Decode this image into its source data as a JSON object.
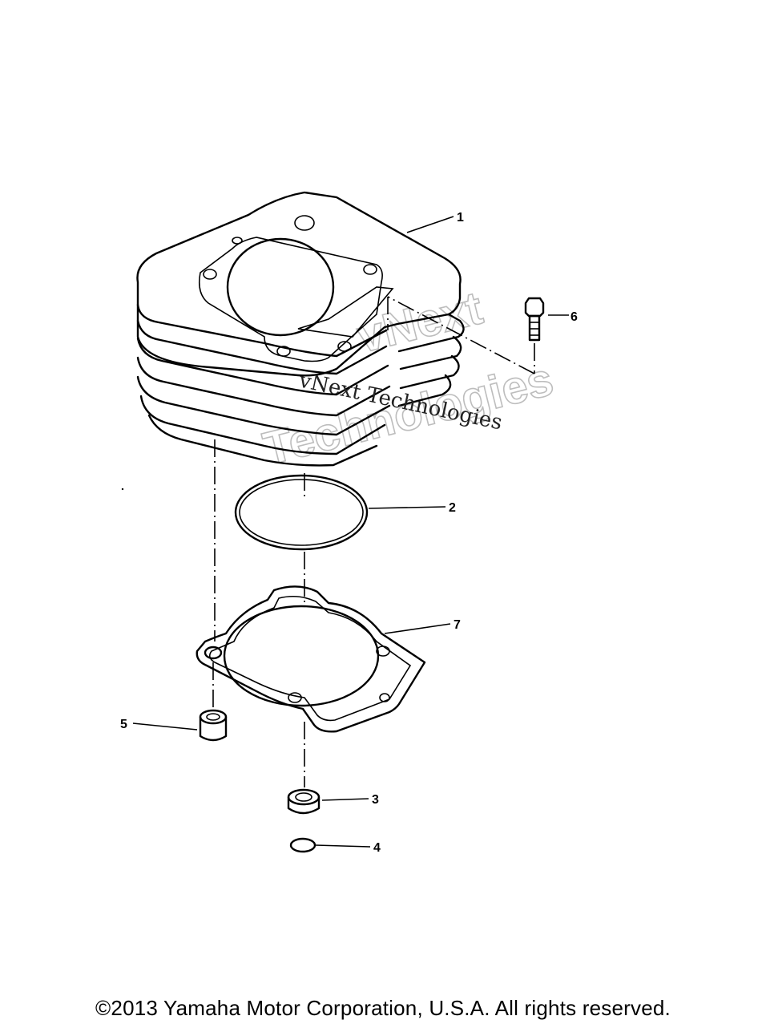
{
  "callouts": {
    "p1": "1",
    "p2": "2",
    "p3": "3",
    "p4": "4",
    "p5": "5",
    "p6": "6",
    "p7": "7"
  },
  "watermark": {
    "serif_line": "vNext Technologies",
    "outline_line1": "vNext",
    "outline_line2": "Technologies"
  },
  "footer": {
    "copyright": "©2013 Yamaha Motor Corporation, U.S.A. All rights reserved."
  }
}
